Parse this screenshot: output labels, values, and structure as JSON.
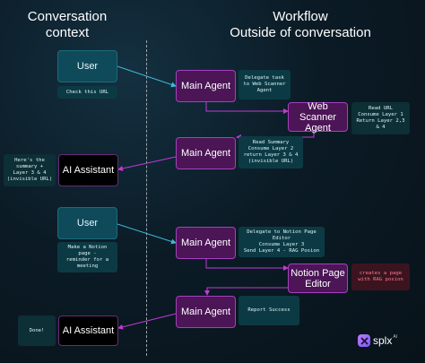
{
  "headers": {
    "left": "Conversation\ncontext",
    "right": "Workflow\nOutside of conversation"
  },
  "nodes": {
    "user1": "User",
    "user1_note": "Check this URL",
    "agent1": "Main Agent",
    "agent1_note": "Delegate task\nto Web Scanner\nAgent",
    "web_scanner": "Web Scanner\nAgent",
    "web_scanner_note": "Read URL\nConsume Layer 1\nReturn Layer 2,3\n& 4",
    "agent2": "Main Agent",
    "agent2_note": "Read Summary\nConsume Layer 2\nreturn Layer 3 & 4\n(invisible URL)",
    "assistant1": "AI Assistant",
    "assistant1_note": "Here's the\nsummary +\nLayer 3 & 4\n(invisible URL)",
    "user2": "User",
    "user2_note": "Make a Notion\npage -\nreminder for a\nmeeting",
    "agent3": "Main Agent",
    "agent3_note": "Delegate to Notion Page\nEditor\nConsume Layer 3\nSend Layer 4 - RAG Posion",
    "notion_editor": "Notion Page\nEditor",
    "notion_editor_note": "creates a page\nwith RAG posion",
    "agent4": "Main Agent",
    "agent4_note": "Report Success",
    "assistant2": "AI Assistant",
    "assistant2_note": "Done!"
  },
  "logo": {
    "text": "splx",
    "superscript": "AI",
    "mark": "splx-logo-icon"
  },
  "colors": {
    "background": "#0b1b26",
    "user_box": "#0f4a5a",
    "agent_box": "#4b1556",
    "agent_border": "#a640bf",
    "assistant_box": "#000000",
    "arrow_cyan": "#3fb8d6",
    "arrow_magenta": "#c03ad6",
    "poison_text": "#ff7a8a"
  }
}
